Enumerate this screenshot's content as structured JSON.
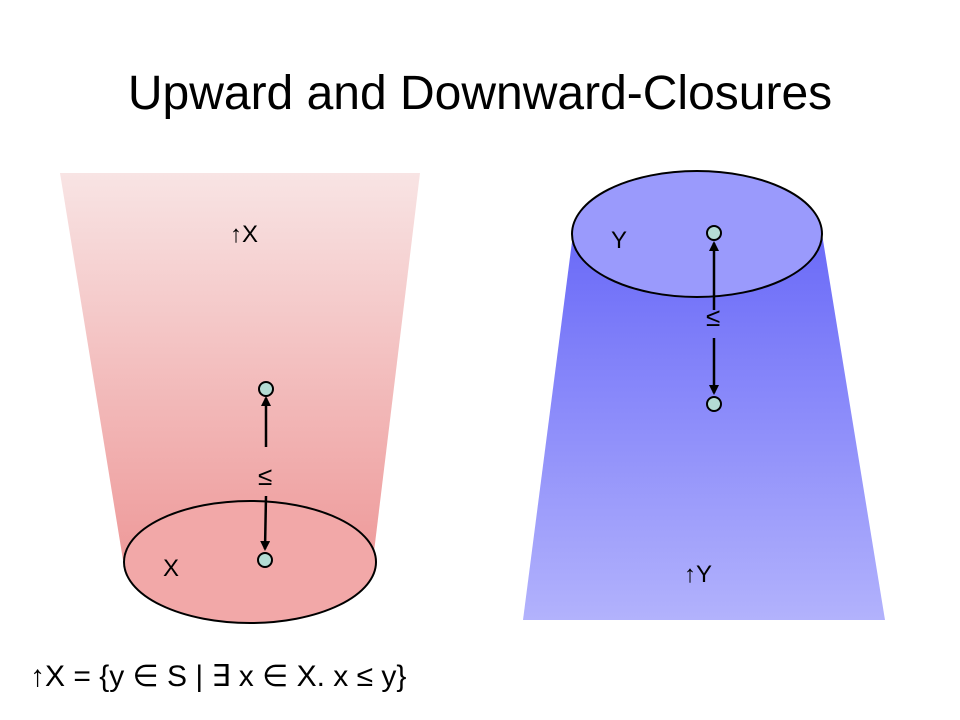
{
  "slide": {
    "title": "Upward and Downward-Closures"
  },
  "left_diagram": {
    "region_label": "↑X",
    "set_label": "X",
    "relation_label": "≤",
    "colors": {
      "region_top": "#f8e4e4",
      "region_bottom": "#ee9a9a",
      "set_fill": "#f2a8a8",
      "point_fill": "#b4dcd4"
    }
  },
  "right_diagram": {
    "region_label": "↑Y",
    "set_label": "Y",
    "relation_label": "≤",
    "colors": {
      "region_top": "#6a6af8",
      "region_bottom": "#b2b2fc",
      "set_fill": "#9a9afc",
      "point_fill": "#b4dcd4"
    }
  },
  "formula": {
    "text": "↑X = {y ∈ S | ∃ x ∈ X. x ≤ y}"
  }
}
